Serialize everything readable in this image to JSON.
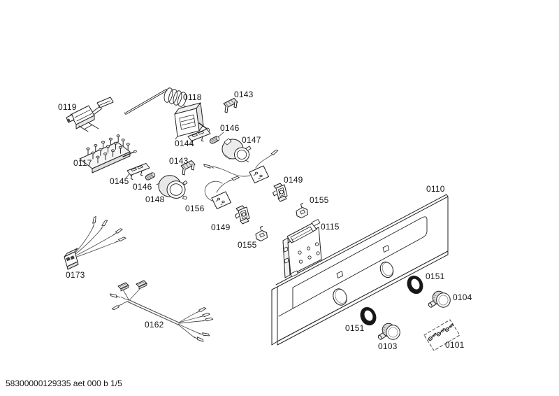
{
  "doc": {
    "footer_text": "58300000129335 aet 000 b 1/5",
    "background_color": "#ffffff",
    "line_color": "#1f1f1f"
  },
  "parts": [
    {
      "label": "0119"
    },
    {
      "label": "0117"
    },
    {
      "label": "0118"
    },
    {
      "label": "0144"
    },
    {
      "label": "0143"
    },
    {
      "label": "0146"
    },
    {
      "label": "0147"
    },
    {
      "label": "0143"
    },
    {
      "label": "0145"
    },
    {
      "label": "0146"
    },
    {
      "label": "0148"
    },
    {
      "label": "0156"
    },
    {
      "label": "0149"
    },
    {
      "label": "0155"
    },
    {
      "label": "0149"
    },
    {
      "label": "0155"
    },
    {
      "label": "0115"
    },
    {
      "label": "0110"
    },
    {
      "label": "0151"
    },
    {
      "label": "0104"
    },
    {
      "label": "0151"
    },
    {
      "label": "0103"
    },
    {
      "label": "0101"
    },
    {
      "label": "0173"
    },
    {
      "label": "0162"
    }
  ]
}
